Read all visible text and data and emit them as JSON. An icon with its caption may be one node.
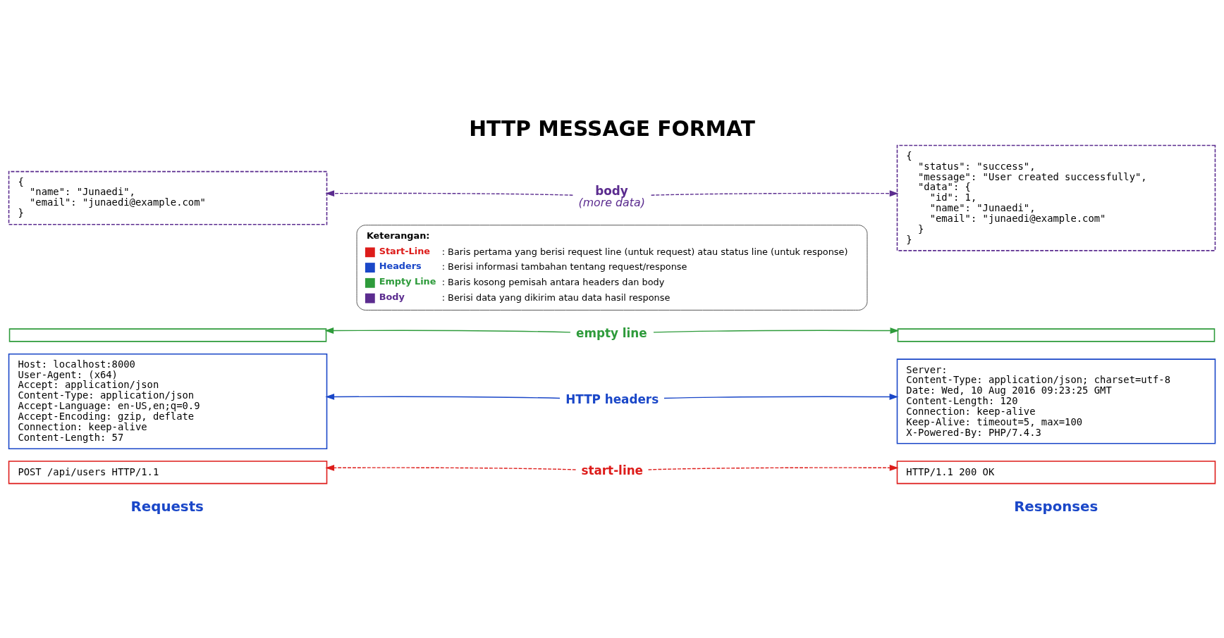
{
  "diagram": {
    "title": "HTTP MESSAGE FORMAT",
    "nodes": [
      {
        "text": [
          "POST /api/users HTTP/1.1"
        ]
      },
      {
        "text": [
          "start-line"
        ]
      },
      {
        "text": [
          "HTTP/1.1 200 OK"
        ]
      },
      {
        "text": [
          "Host: localhost:8000",
          "User-Agent: (x64)",
          "Accept: application/json",
          "Content-Type: application/json",
          "Accept-Language: en-US,en;q=0.9",
          "Accept-Encoding: gzip, deflate",
          "Connection: keep-alive",
          "Content-Length: 57"
        ]
      },
      {
        "text": [
          "HTTP headers"
        ]
      },
      {
        "text": [
          "Server:",
          "Content-Type: application/json; charset=utf-8",
          "Date: Wed, 10 Aug 2016 09:23:25 GMT",
          "Content-Length: 120",
          "Connection: keep-alive",
          "Keep-Alive: timeout=5, max=100",
          "X-Powered-By: PHP/7.4.3"
        ]
      },
      {
        "text": [],
        "shape": "box"
      },
      {
        "text": [
          "empty line"
        ]
      },
      {
        "text": [],
        "shape": "box"
      },
      {
        "text": [
          "{",
          "  \"name\": \"Junaedi\",",
          "  \"email\": \"junaedi@example.com\"",
          "}"
        ]
      },
      {
        "text": [
          "body",
          "(more data)"
        ]
      },
      {
        "text": [
          "{",
          "  \"status\": \"success\",",
          "  \"message\": \"User created successfully\",",
          "  \"data\": {",
          "    \"id\": 1,",
          "    \"name\": \"Junaedi\",",
          "    \"email\": \"junaedi@example.com\"",
          "  }",
          "}"
        ]
      }
    ],
    "edges": [
      {
        "from": 1,
        "to": 0,
        "arrow": "to",
        "style": "dashed",
        "color": "#dd1c1a"
      },
      {
        "from": 1,
        "to": 2,
        "arrow": "to",
        "style": "dashed",
        "color": "#dd1c1a"
      },
      {
        "from": 4,
        "to": 3,
        "arrow": "to",
        "color": "#1a47c8"
      },
      {
        "from": 4,
        "to": 5,
        "arrow": "to",
        "color": "#1a47c8"
      },
      {
        "from": 7,
        "to": 6,
        "arrow": "to",
        "color": "#2e9b3b"
      },
      {
        "from": 7,
        "to": 8,
        "arrow": "to",
        "color": "#2e9b3b"
      },
      {
        "from": 10,
        "to": 9,
        "arrow": "to",
        "style": "dashed",
        "color": "#5b2c8f"
      },
      {
        "from": 10,
        "to": 11,
        "arrow": "to",
        "style": "dashed",
        "color": "#5b2c8f"
      }
    ],
    "labels": [
      "Requests",
      "Responses",
      "Keterangan:",
      ": Baris pertama yang berisi request line (untuk request) atau status line (untuk response)",
      ": Berisi informasi tambahan tentang request/response",
      ": Baris kosong pemisah antara headers dan body",
      ": Berisi data yang dikirim atau data hasil response"
    ],
    "legend": [
      {
        "text": "Start-Line",
        "color": "#dd1c1a"
      },
      {
        "text": "Headers",
        "color": "#1a47c8"
      },
      {
        "text": "Empty Line",
        "color": "#2e9b3b"
      },
      {
        "text": "Body",
        "color": "#5b2c8f"
      }
    ]
  }
}
